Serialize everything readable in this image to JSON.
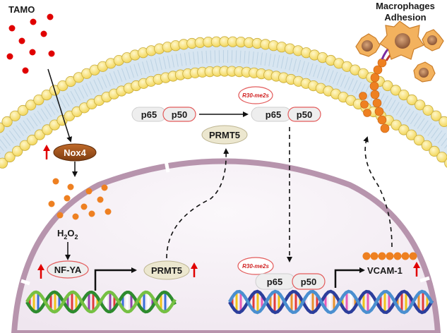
{
  "labels": {
    "tamo": "TAMO",
    "macrophages_line1": "Macrophages",
    "macrophages_line2": "Adhesion",
    "nox4": "Nox4",
    "h2o2_base": "H",
    "h2o2_sub1": "2",
    "h2o2_mid": "O",
    "h2o2_sub2": "2",
    "nfya": "NF-YA",
    "prmt5": "PRMT5",
    "p65": "p65",
    "p50": "p50",
    "r30": "R30-me2s",
    "vcam1": "VCAM-1"
  },
  "colors": {
    "background": "#ffffff",
    "membrane_lipid": "#f7e27c",
    "membrane_lipid_outline": "#c9ad3c",
    "membrane_core": "#d8e6f1",
    "nucleus_fill": "#f6f1f6",
    "nucleus_border": "#b794ad",
    "nox4": "#a0521d",
    "tamo_dots": "#e00000",
    "h2o2_dots": "#ee8021",
    "up_arrow": "#e00000",
    "protein_fill": "#eeeeee",
    "protein_border": "#e35c5c",
    "prmt5_fill": "#ece7cf",
    "vcam_chain": "#ee8021",
    "macrophage": "#f3b25e",
    "macrophage_nucleus": "#a36b45"
  },
  "icons": [
    "up-arrow-icon",
    "macrophage-cell-icon",
    "dna-helix-icon"
  ]
}
